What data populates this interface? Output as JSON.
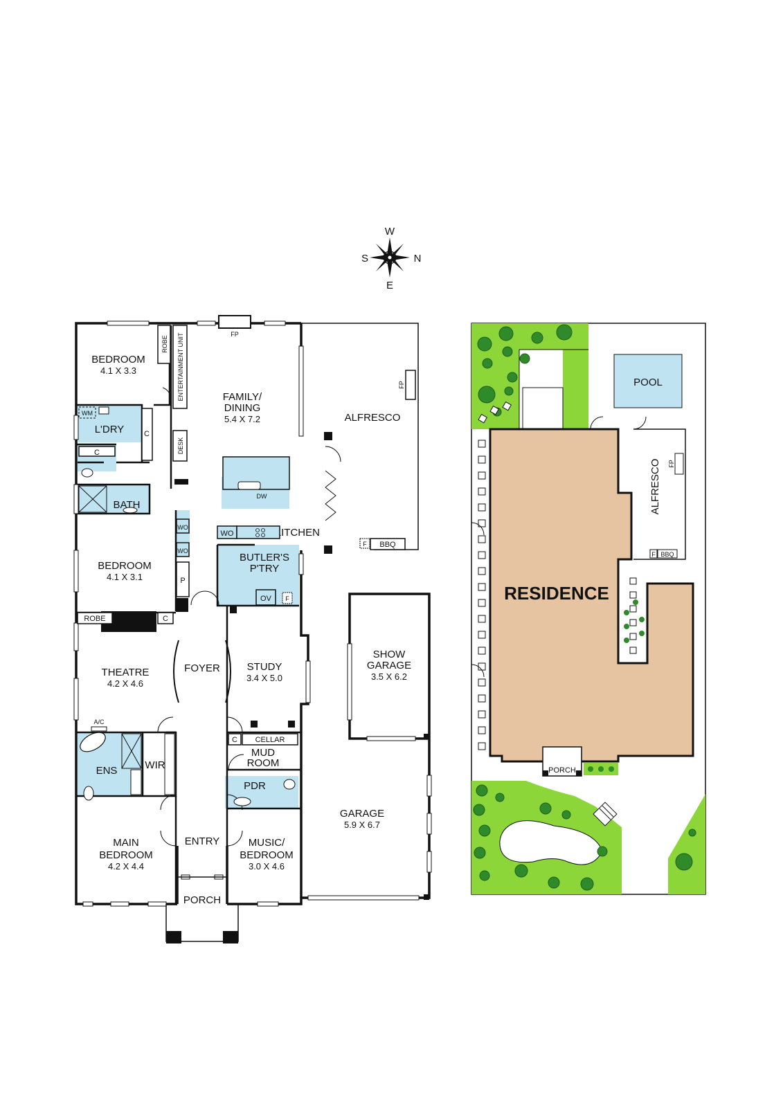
{
  "compass": {
    "w": "W",
    "s": "S",
    "n": "N",
    "e": "E"
  },
  "floor_plan": {
    "bedroom1": {
      "name": "BEDROOM",
      "dims": "4.1 X 3.3"
    },
    "robe1": "ROBE",
    "entertainment_unit": "ENTERTAINMENT UNIT",
    "fp": "FP",
    "family": {
      "name_line1": "FAMILY/",
      "name_line2": "DINING",
      "dims": "5.4 X 7.2"
    },
    "alfresco": "ALFRESCO",
    "alfresco_fp": "FP",
    "wm": "WM",
    "laundry": "L'DRY",
    "c_laundry": "C",
    "c_hall": "C",
    "desk": "DESK",
    "bath": "BATH",
    "wo1": "WO",
    "wo2": "WO",
    "p": "P",
    "dw": "DW",
    "kitchen": "KITCHEN",
    "f_bbq": "F",
    "bbq": "BBQ",
    "wo_butler": "WO",
    "butler": {
      "line1": "BUTLER'S",
      "line2": "P'TRY"
    },
    "ov": "OV",
    "f_butler": "F",
    "bedroom2": {
      "name": "BEDROOM",
      "dims": "4.1 X 3.1"
    },
    "robe2": "ROBE",
    "c_robe": "C",
    "theatre": {
      "name": "THEATRE",
      "dims": "4.2 X 4.6"
    },
    "foyer": "FOYER",
    "study": {
      "name": "STUDY",
      "dims": "3.4 X 5.0"
    },
    "show_garage": {
      "line1": "SHOW",
      "line2": "GARAGE",
      "dims": "3.5 X 6.2"
    },
    "ac": "A/C",
    "c_cellar": "C",
    "cellar": "CELLAR",
    "mud": {
      "line1": "MUD",
      "line2": "ROOM"
    },
    "ens": "ENS",
    "wir": "WIR",
    "pdr": "PDR",
    "garage": {
      "name": "GARAGE",
      "dims": "5.9 X 6.7"
    },
    "main_bedroom": {
      "line1": "MAIN",
      "line2": "BEDROOM",
      "dims": "4.2 X 4.4"
    },
    "entry": "ENTRY",
    "music": {
      "line1": "MUSIC/",
      "line2": "BEDROOM",
      "dims": "3.0 X 4.6"
    },
    "porch": "PORCH"
  },
  "site_plan": {
    "pool": "POOL",
    "alfresco": "ALFRESCO",
    "fp": "FP",
    "f": "F",
    "bbq": "BBQ",
    "residence": "RESIDENCE",
    "porch": "PORCH"
  },
  "colors": {
    "wall": "#111111",
    "wet_area": "#bfe3f0",
    "lawn": "#8cd63a",
    "tree": "#2f8a2a",
    "residence": "#e6c4a2",
    "pool": "#bfe3f0"
  }
}
